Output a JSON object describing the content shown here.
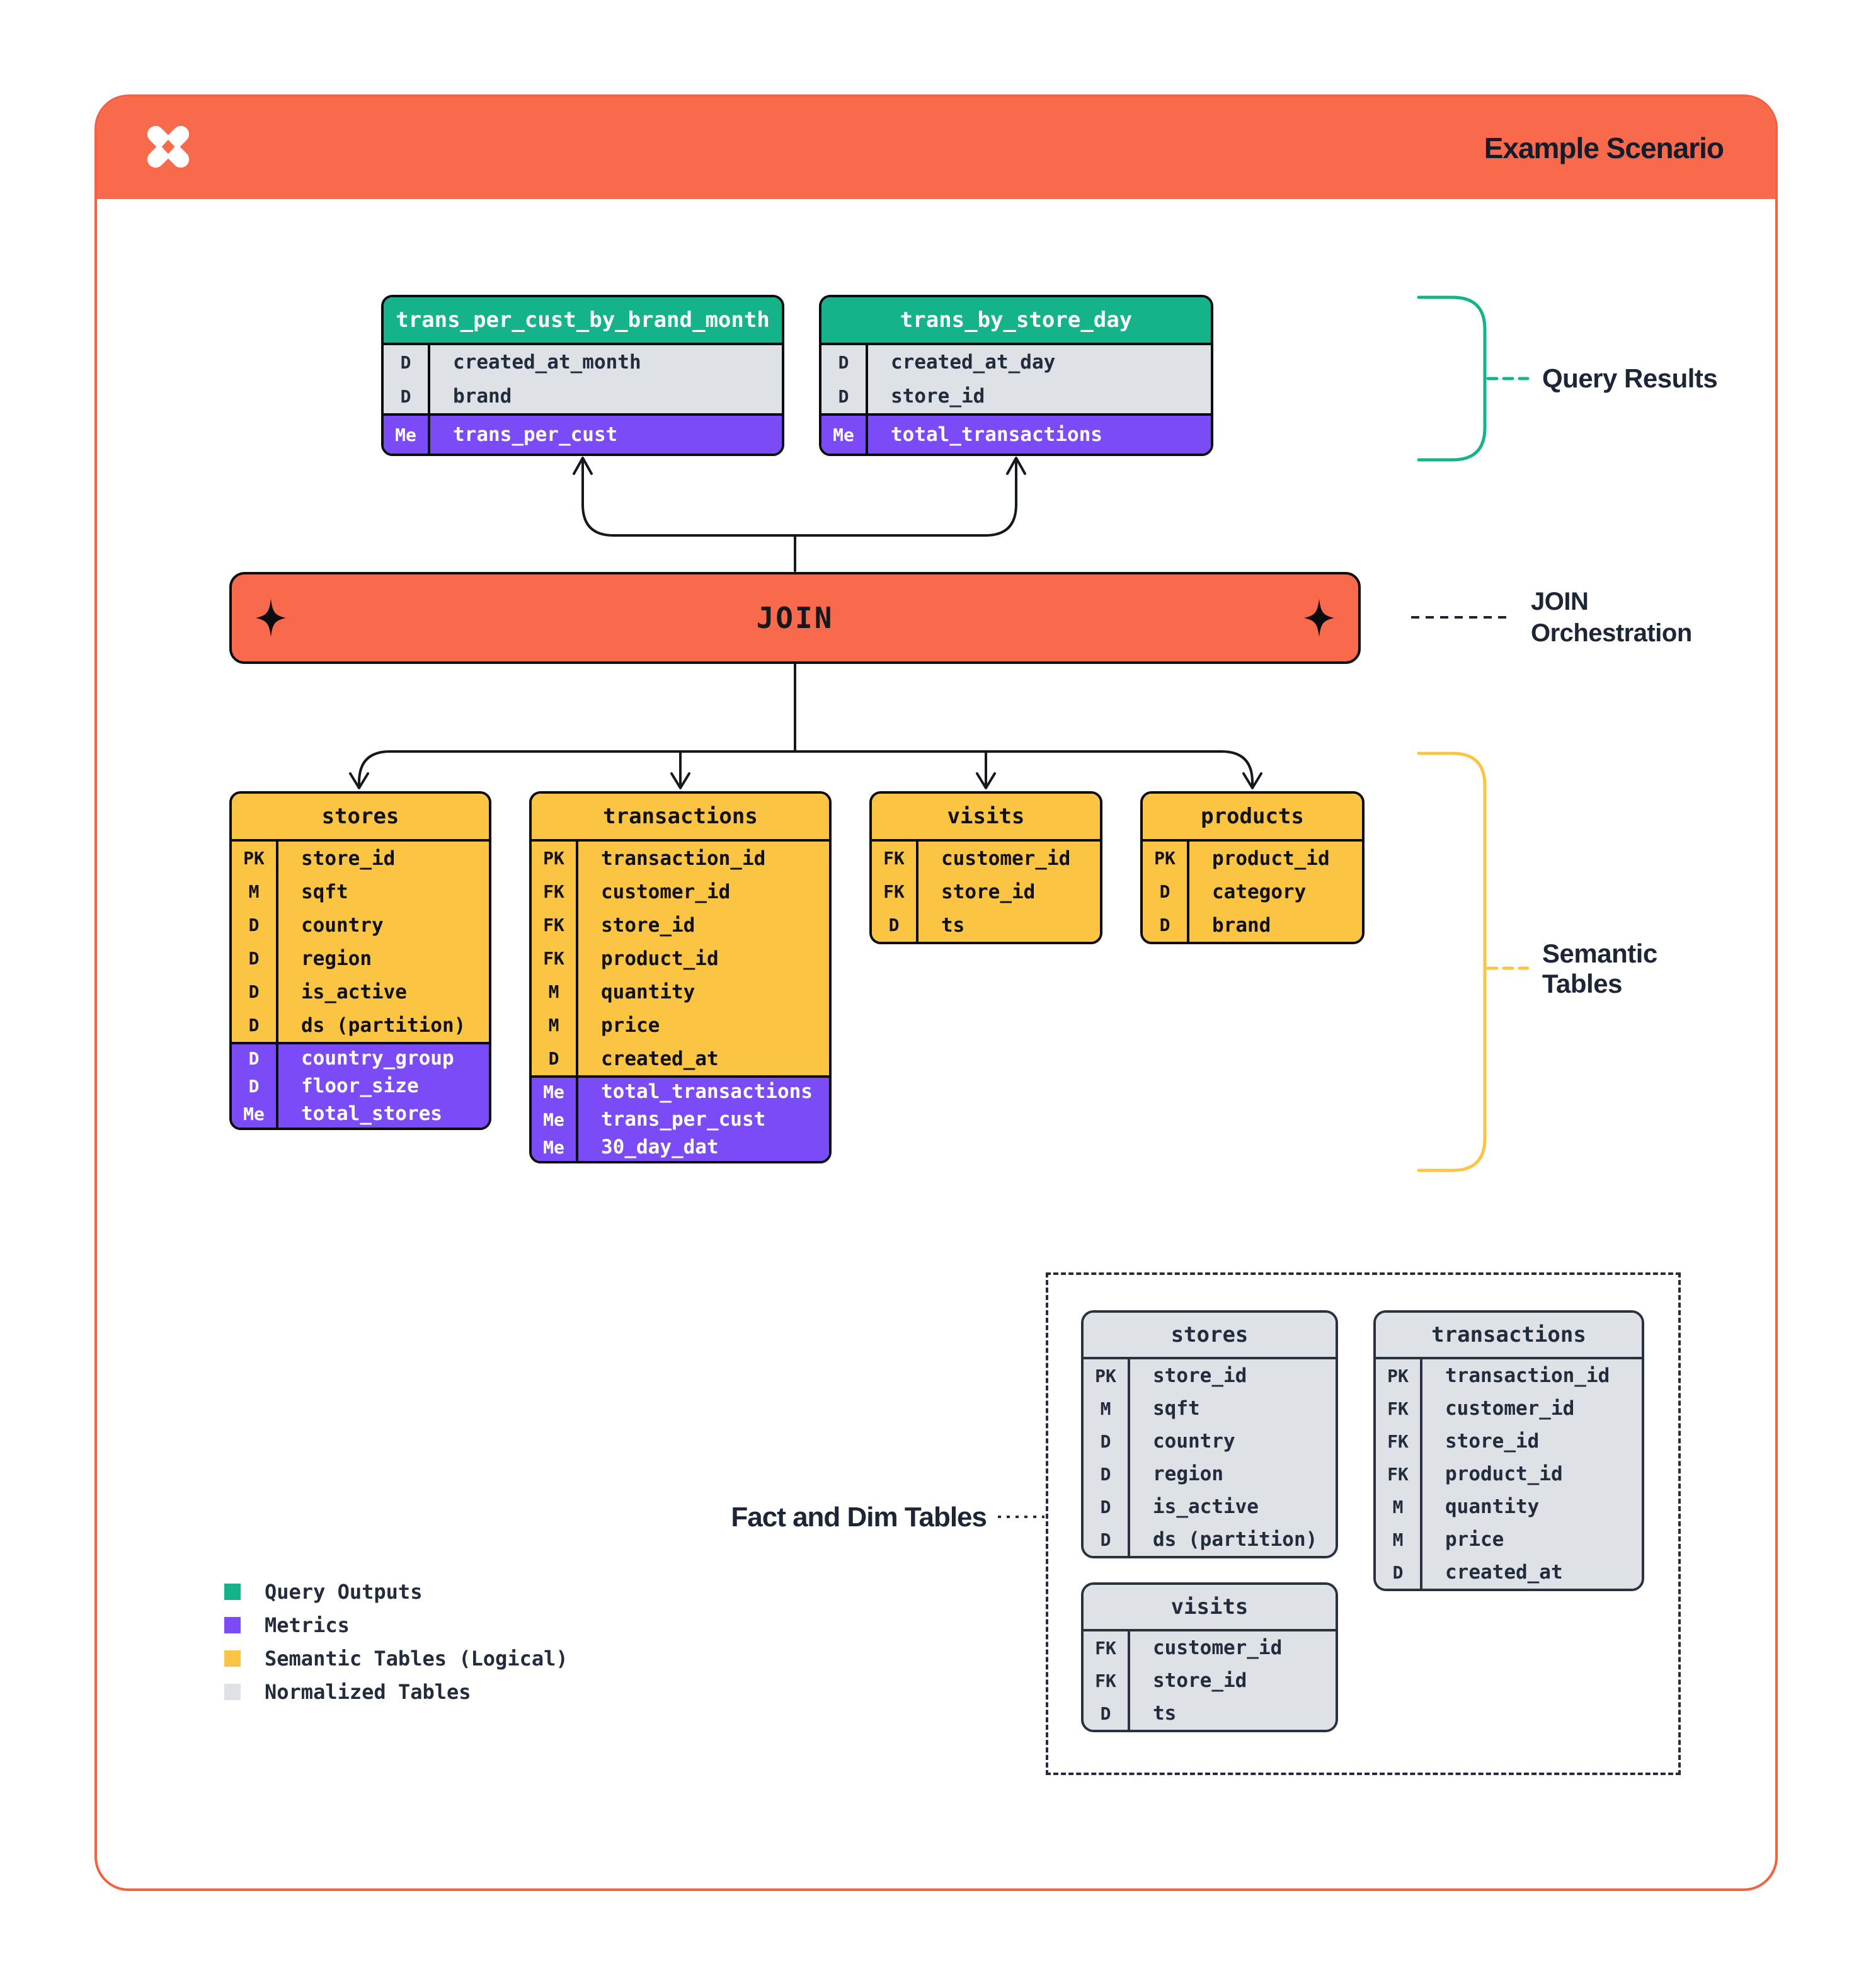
{
  "header": {
    "title": "Example Scenario"
  },
  "join": {
    "label": "JOIN"
  },
  "annotations": {
    "query_results": "Query Results",
    "join_orchestration_line1": "JOIN",
    "join_orchestration_line2": "Orchestration",
    "semantic_line1": "Semantic",
    "semantic_line2": "Tables",
    "fact_dim": "Fact and Dim Tables"
  },
  "icons": {
    "logo": "pinwheel-star-icon",
    "join_bar_ends": "four-point-star-icon"
  },
  "colors": {
    "orange": "#F9694B",
    "orange_border": "#F4613E",
    "green": "#14B389",
    "purple": "#7A4BF7",
    "yellow": "#FBC543",
    "gray": "#DEE1E5",
    "navy": "#222C3C",
    "line_black": "#15181D"
  },
  "query_result_tables": [
    {
      "name": "trans_per_cust_by_brand_month",
      "base": [
        {
          "tag": "D",
          "name": "created_at_month"
        },
        {
          "tag": "D",
          "name": "brand"
        }
      ],
      "metrics": [
        {
          "tag": "Me",
          "name": "trans_per_cust"
        }
      ]
    },
    {
      "name": "trans_by_store_day",
      "base": [
        {
          "tag": "D",
          "name": "created_at_day"
        },
        {
          "tag": "D",
          "name": "store_id"
        }
      ],
      "metrics": [
        {
          "tag": "Me",
          "name": "total_transactions"
        }
      ]
    }
  ],
  "semantic_tables": [
    {
      "name": "stores",
      "base": [
        {
          "tag": "PK",
          "name": "store_id"
        },
        {
          "tag": "M",
          "name": "sqft"
        },
        {
          "tag": "D",
          "name": "country"
        },
        {
          "tag": "D",
          "name": "region"
        },
        {
          "tag": "D",
          "name": "is_active"
        },
        {
          "tag": "D",
          "name": "ds (partition)"
        }
      ],
      "metrics": [
        {
          "tag": "D",
          "name": "country_group"
        },
        {
          "tag": "D",
          "name": "floor_size"
        },
        {
          "tag": "Me",
          "name": "total_stores"
        }
      ]
    },
    {
      "name": "transactions",
      "base": [
        {
          "tag": "PK",
          "name": "transaction_id"
        },
        {
          "tag": "FK",
          "name": "customer_id"
        },
        {
          "tag": "FK",
          "name": "store_id"
        },
        {
          "tag": "FK",
          "name": "product_id"
        },
        {
          "tag": "M",
          "name": "quantity"
        },
        {
          "tag": "M",
          "name": "price"
        },
        {
          "tag": "D",
          "name": "created_at"
        }
      ],
      "metrics": [
        {
          "tag": "Me",
          "name": "total_transactions"
        },
        {
          "tag": "Me",
          "name": "trans_per_cust"
        },
        {
          "tag": "Me",
          "name": "30_day_dat"
        }
      ]
    },
    {
      "name": "visits",
      "base": [
        {
          "tag": "FK",
          "name": "customer_id"
        },
        {
          "tag": "FK",
          "name": "store_id"
        },
        {
          "tag": "D",
          "name": "ts"
        }
      ],
      "metrics": []
    },
    {
      "name": "products",
      "base": [
        {
          "tag": "PK",
          "name": "product_id"
        },
        {
          "tag": "D",
          "name": "category"
        },
        {
          "tag": "D",
          "name": "brand"
        }
      ],
      "metrics": []
    }
  ],
  "normalized_tables": [
    {
      "name": "stores",
      "base": [
        {
          "tag": "PK",
          "name": "store_id"
        },
        {
          "tag": "M",
          "name": "sqft"
        },
        {
          "tag": "D",
          "name": "country"
        },
        {
          "tag": "D",
          "name": "region"
        },
        {
          "tag": "D",
          "name": "is_active"
        },
        {
          "tag": "D",
          "name": "ds (partition)"
        }
      ],
      "metrics": []
    },
    {
      "name": "transactions",
      "base": [
        {
          "tag": "PK",
          "name": "transaction_id"
        },
        {
          "tag": "FK",
          "name": "customer_id"
        },
        {
          "tag": "FK",
          "name": "store_id"
        },
        {
          "tag": "FK",
          "name": "product_id"
        },
        {
          "tag": "M",
          "name": "quantity"
        },
        {
          "tag": "M",
          "name": "price"
        },
        {
          "tag": "D",
          "name": "created_at"
        }
      ],
      "metrics": []
    },
    {
      "name": "visits",
      "base": [
        {
          "tag": "FK",
          "name": "customer_id"
        },
        {
          "tag": "FK",
          "name": "store_id"
        },
        {
          "tag": "D",
          "name": "ts"
        }
      ],
      "metrics": []
    }
  ],
  "legend": [
    {
      "color": "#14B389",
      "label": "Query Outputs"
    },
    {
      "color": "#7A4BF7",
      "label": "Metrics"
    },
    {
      "color": "#FBC543",
      "label": "Semantic Tables (Logical)"
    },
    {
      "color": "#DEE1E5",
      "label": "Normalized Tables"
    }
  ]
}
